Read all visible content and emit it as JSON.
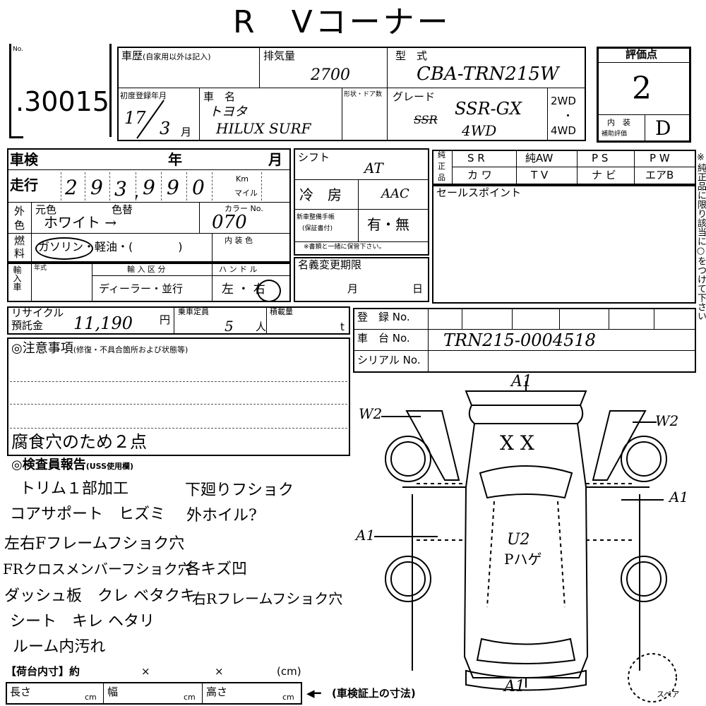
{
  "title": "R　Vコーナー",
  "no": {
    "label": "No.",
    "value": ".30015"
  },
  "history": {
    "label": "車歴",
    "note": "(自家用以外は記入)"
  },
  "displacement": {
    "label": "排気量",
    "value": "2700"
  },
  "model": {
    "label": "型　式",
    "value": "CBA-TRN215W"
  },
  "score": {
    "label": "評価点",
    "value": "2"
  },
  "first_reg": {
    "label": "初度登録年月",
    "year": "17",
    "month": "3",
    "unit": "月"
  },
  "car_name": {
    "label": "車　名",
    "maker": "トヨタ",
    "name": "HILUX SURF"
  },
  "body_doors": {
    "label": "形状・ドア数"
  },
  "grade": {
    "label": "グレード",
    "struck": "SSR",
    "value": "SSR-GX",
    "drive": "4WD"
  },
  "drive_options": {
    "a": "2WD",
    "sep": "・",
    "b": "4WD"
  },
  "interior": {
    "label1": "内　装",
    "label2": "補助評価",
    "value": "D"
  },
  "inspection": {
    "label": "車検",
    "year": "年",
    "month": "月"
  },
  "mileage": {
    "label": "走行",
    "digits": [
      "2",
      "9",
      "3",
      "9",
      "9",
      "0"
    ],
    "unit1": "Km",
    "unit2": "マイル"
  },
  "color": {
    "side1": "外",
    "side2": "色",
    "orig": "元色",
    "change": "色替",
    "value": "ホワイト →",
    "code_label": "カラー No.",
    "code": "070"
  },
  "fuel": {
    "side1": "燃",
    "side2": "料",
    "options": "ガソリン・軽油・(　　　　)",
    "trim_label": "内 装 色"
  },
  "import": {
    "side": "輸入車",
    "year_label": "年式",
    "kbn_label": "輸 入 区 分",
    "kbn_value": "ディーラー・並行",
    "handle_label": "ハ ン ド ル",
    "handle_value": "左 ・ 右"
  },
  "shift": {
    "label": "シフト",
    "value": "AT"
  },
  "ac": {
    "label": "冷　房",
    "value": "AAC"
  },
  "manual": {
    "label1": "新車整備手帳",
    "label2": "(保証書付)",
    "value": "有・無",
    "note": "※書類と一緒に保管下さい。"
  },
  "name_change": {
    "label": "名義変更期限",
    "month": "月",
    "day": "日"
  },
  "genuine": {
    "side1": "純",
    "side2": "正",
    "side3": "品",
    "row1": [
      "S R",
      "純AW",
      "P S",
      "P W"
    ],
    "row2": [
      "カ ワ",
      "T V",
      "ナ ビ",
      "エアB"
    ]
  },
  "sales_point": {
    "label": "セールスポイント"
  },
  "side_note": "※純正品に限り該当に○をつけて下さい",
  "recycle": {
    "label1": "リサイクル",
    "label2": "預託金",
    "value": "11,190",
    "unit": "円"
  },
  "capacity": {
    "label": "乗車定員",
    "value": "5",
    "unit": "人"
  },
  "load": {
    "label": "積載量",
    "unit": "t"
  },
  "registration": {
    "reg_label": "登　録 No.",
    "chassis_label": "車　台 No.",
    "chassis_value": "TRN215-0004518",
    "serial_label": "シリアル No."
  },
  "caution": {
    "label": "◎注意事項",
    "note": "(修復・不具合箇所および状態等)",
    "text": "腐食穴のため２点"
  },
  "inspector": {
    "label": "◎検査員報告",
    "note": "(USS使用欄)",
    "col1": [
      "トリム１部加工",
      "コアサポート　ヒズミ",
      "左右Fフレームフショク穴",
      "FRクロスメンバーフショク穴",
      "ダッシュ板　クレ ベタクキ",
      "シート　キレ ヘタリ",
      "ルーム内汚れ"
    ],
    "col2": [
      "下廻りフショク",
      "外ホイル?",
      "",
      "各キズ凹",
      "右Rフレームフショク穴",
      "",
      ""
    ]
  },
  "cargo": {
    "label": "【荷台内寸】約",
    "x1": "×",
    "x2": "×",
    "unit": "(cm)"
  },
  "dims": {
    "length": "長さ",
    "width": "幅",
    "height": "高さ",
    "unit": "cm",
    "note": "(車検証上の寸法)"
  },
  "diagram": {
    "front": "A1",
    "rear": "A1",
    "left_mirror": "W2",
    "right_mirror": "W2",
    "right_side": "A1",
    "left_side": "A1",
    "hood": "X X",
    "roof1": "U2",
    "roof2": "Pハゲ",
    "spare": "スペア"
  }
}
